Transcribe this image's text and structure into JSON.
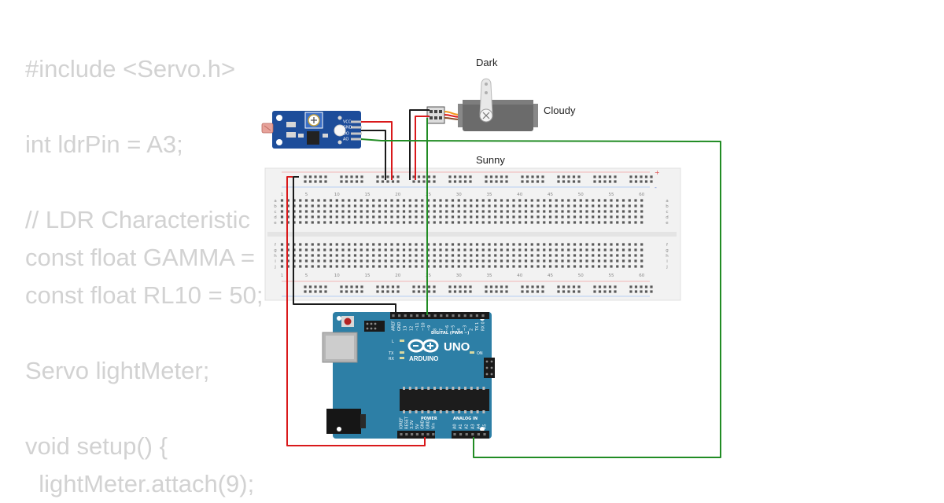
{
  "code_lines": [
    "#include <Servo.h>",
    "",
    "int ldrPin = A3;",
    "",
    "// LDR Characteristic",
    "const float GAMMA = ",
    "const float RL10 = 50;",
    "",
    "Servo lightMeter;",
    "",
    "void setup() {",
    "  lightMeter.attach(9);"
  ],
  "labels": {
    "dark": "Dark",
    "cloudy": "Cloudy",
    "sunny": "Sunny"
  },
  "arduino": {
    "model": "UNO",
    "brand": "ARDUINO",
    "digital_header": "DIGITAL (PWM ~)",
    "analog_header": "ANALOG IN",
    "power_header": "POWER",
    "on_label": "ON",
    "led_labels": [
      "L",
      "TX",
      "RX"
    ],
    "top_pins": [
      "AREF",
      "GND",
      "13",
      "12",
      "~11",
      "~10",
      "~9",
      "8",
      "7",
      "~6",
      "~5",
      "4",
      "~3",
      "2",
      "TX 1",
      "RX 0"
    ],
    "power_pins": [
      "IOREF",
      "RESET",
      "3.3V",
      "5V",
      "GND",
      "GND",
      "Vin"
    ],
    "analog_pins": [
      "A0",
      "A1",
      "A2",
      "A3",
      "A4",
      "A5"
    ]
  },
  "ldr_module": {
    "pins": [
      "VCC",
      "GND",
      "DO",
      "AO"
    ]
  },
  "breadboard": {
    "column_numbers": [
      "1",
      "5",
      "10",
      "15",
      "20",
      "25",
      "30",
      "35",
      "40",
      "45",
      "50",
      "55",
      "60"
    ],
    "row_letters_top": [
      "a",
      "b",
      "c",
      "d",
      "e"
    ],
    "row_letters_bottom": [
      "f",
      "g",
      "h",
      "i",
      "j"
    ]
  },
  "colors": {
    "code_text": "#d2d2d2",
    "arduino_board": "#2d7fa6",
    "sensor_board": "#1d4d9a",
    "breadboard": "#f2f2f2",
    "wire_red": "#d9191b",
    "wire_black": "#1a1a1a",
    "wire_green": "#218c24"
  }
}
